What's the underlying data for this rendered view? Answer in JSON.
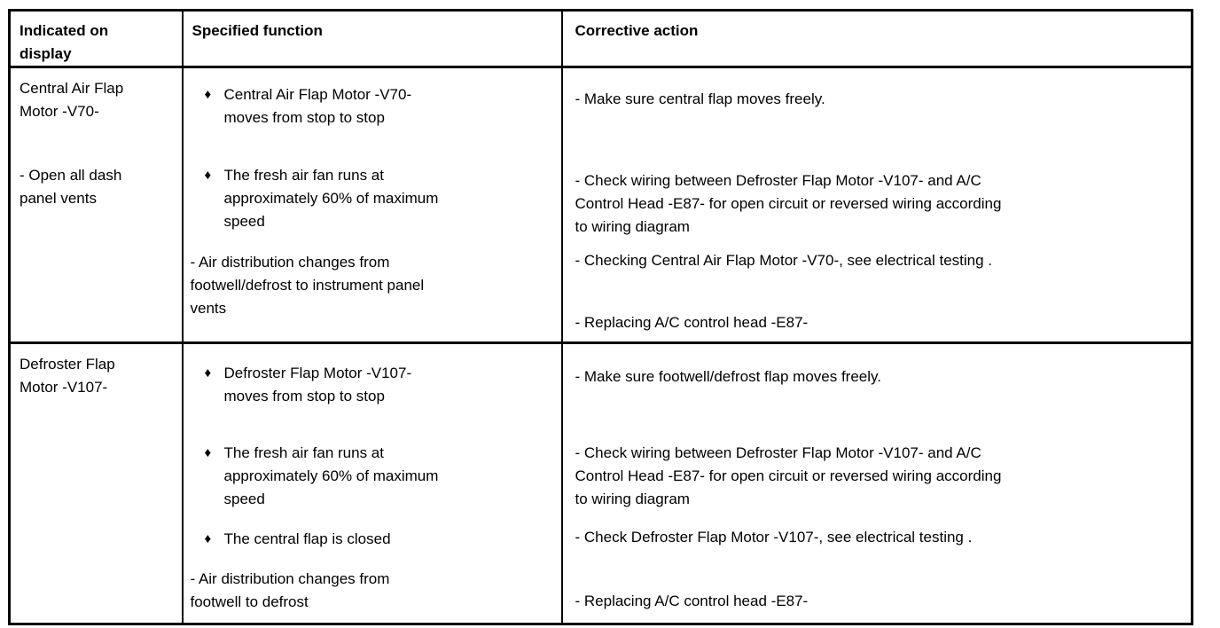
{
  "table": {
    "headers": {
      "display": "Indicated on\ndisplay",
      "function": "Specified function",
      "action": "Corrective action"
    },
    "bullet_glyph": "♦",
    "rows": [
      {
        "display": [
          "Central Air Flap\nMotor -V70-",
          "- Open all dash\npanel vents"
        ],
        "functions": [
          {
            "text": "Central Air Flap Motor -V70-\nmoves from stop to stop"
          },
          {
            "text": "The fresh air fan runs at\napproximately 60% of maximum\nspeed"
          },
          {
            "text": "- Air distribution changes from\nfootwell/defrost to instrument panel\nvents"
          }
        ],
        "actions": [
          "- Make sure central flap moves freely.",
          "- Check wiring between Defroster Flap Motor -V107- and A/C\nControl Head -E87- for open circuit or reversed wiring according\nto wiring diagram",
          "- Checking Central Air Flap Motor -V70-, see electrical testing .",
          "- Replacing A/C control head -E87-"
        ]
      },
      {
        "display": [
          "Defroster Flap\nMotor -V107-"
        ],
        "functions": [
          {
            "text": "Defroster Flap Motor -V107-\nmoves from stop to stop"
          },
          {
            "text": "The fresh air fan runs at\napproximately 60% of maximum\nspeed"
          },
          {
            "text": "The central flap is closed"
          },
          {
            "text": "- Air distribution changes from\nfootwell to defrost"
          }
        ],
        "actions": [
          "- Make sure footwell/defrost flap moves freely.",
          "- Check wiring between Defroster Flap Motor -V107- and A/C\nControl Head -E87- for open circuit or reversed wiring according\nto wiring diagram",
          "- Check Defroster Flap Motor -V107-, see electrical testing .",
          "- Replacing A/C control head -E87-"
        ]
      }
    ]
  }
}
